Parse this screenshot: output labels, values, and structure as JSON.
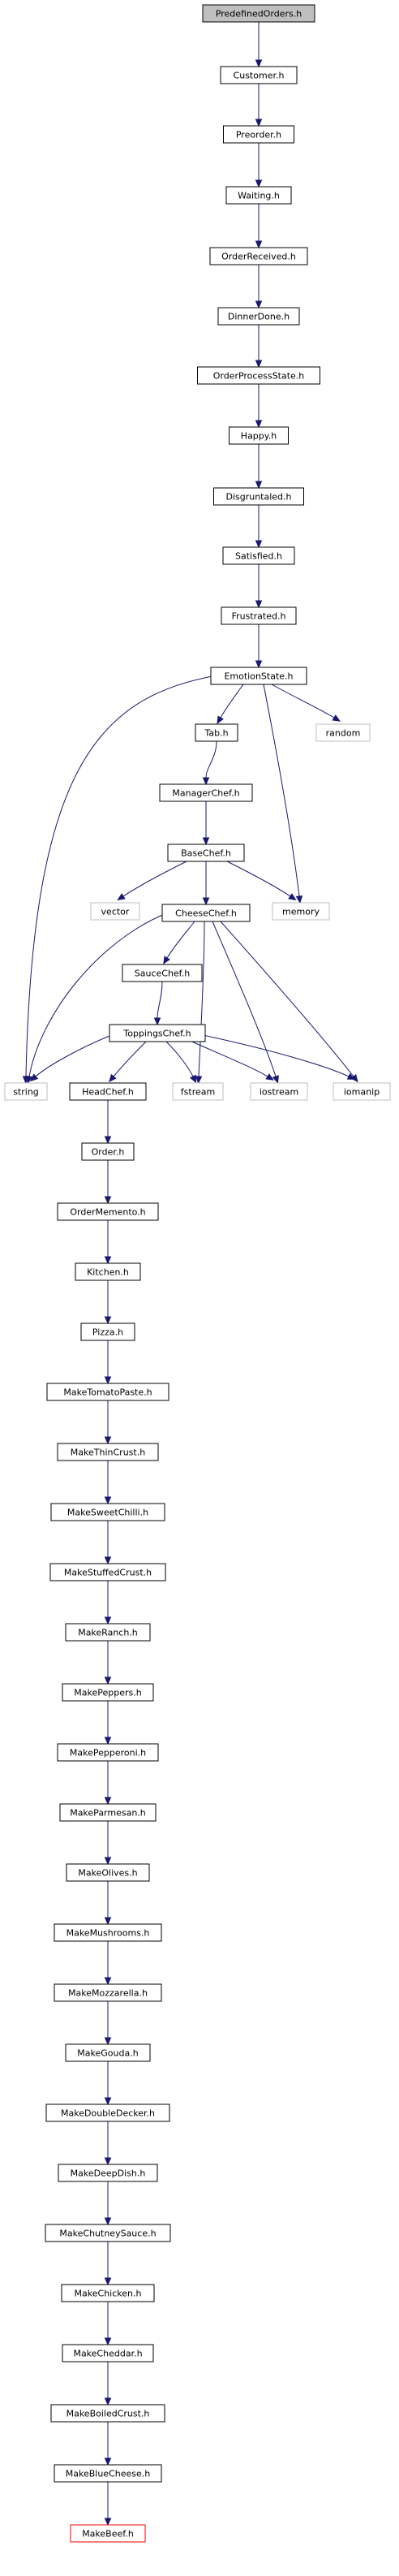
{
  "graph": {
    "title": "",
    "nodes": [
      {
        "id": "PredefinedOrders.h",
        "label": "PredefinedOrders.h",
        "style": "root"
      },
      {
        "id": "Customer.h",
        "label": "Customer.h",
        "style": "header"
      },
      {
        "id": "Preorder.h",
        "label": "Preorder.h",
        "style": "header"
      },
      {
        "id": "Waiting.h",
        "label": "Waiting.h",
        "style": "header"
      },
      {
        "id": "OrderReceived.h",
        "label": "OrderReceived.h",
        "style": "header"
      },
      {
        "id": "DinnerDone.h",
        "label": "DinnerDone.h",
        "style": "header"
      },
      {
        "id": "OrderProcessState.h",
        "label": "OrderProcessState.h",
        "style": "header"
      },
      {
        "id": "Happy.h",
        "label": "Happy.h",
        "style": "header"
      },
      {
        "id": "Disgruntaled.h",
        "label": "Disgruntaled.h",
        "style": "header"
      },
      {
        "id": "Satisfied.h",
        "label": "Satisfied.h",
        "style": "header"
      },
      {
        "id": "Frustrated.h",
        "label": "Frustrated.h",
        "style": "header"
      },
      {
        "id": "EmotionState.h",
        "label": "EmotionState.h",
        "style": "header"
      },
      {
        "id": "Tab.h",
        "label": "Tab.h",
        "style": "header"
      },
      {
        "id": "random",
        "label": "random",
        "style": "system"
      },
      {
        "id": "ManagerChef.h",
        "label": "ManagerChef.h",
        "style": "header"
      },
      {
        "id": "BaseChef.h",
        "label": "BaseChef.h",
        "style": "header"
      },
      {
        "id": "vector",
        "label": "vector",
        "style": "system"
      },
      {
        "id": "CheeseChef.h",
        "label": "CheeseChef.h",
        "style": "header"
      },
      {
        "id": "memory",
        "label": "memory",
        "style": "system"
      },
      {
        "id": "SauceChef.h",
        "label": "SauceChef.h",
        "style": "header"
      },
      {
        "id": "ToppingsChef.h",
        "label": "ToppingsChef.h",
        "style": "header"
      },
      {
        "id": "string",
        "label": "string",
        "style": "system"
      },
      {
        "id": "HeadChef.h",
        "label": "HeadChef.h",
        "style": "header"
      },
      {
        "id": "fstream",
        "label": "fstream",
        "style": "system"
      },
      {
        "id": "iostream",
        "label": "iostream",
        "style": "system"
      },
      {
        "id": "iomanip",
        "label": "iomanip",
        "style": "system"
      },
      {
        "id": "Order.h",
        "label": "Order.h",
        "style": "header"
      },
      {
        "id": "OrderMemento.h",
        "label": "OrderMemento.h",
        "style": "header"
      },
      {
        "id": "Kitchen.h",
        "label": "Kitchen.h",
        "style": "header"
      },
      {
        "id": "Pizza.h",
        "label": "Pizza.h",
        "style": "header"
      },
      {
        "id": "MakeTomatoPaste.h",
        "label": "MakeTomatoPaste.h",
        "style": "header"
      },
      {
        "id": "MakeThinCrust.h",
        "label": "MakeThinCrust.h",
        "style": "header"
      },
      {
        "id": "MakeSweetChilli.h",
        "label": "MakeSweetChilli.h",
        "style": "header"
      },
      {
        "id": "MakeStuffedCrust.h",
        "label": "MakeStuffedCrust.h",
        "style": "header"
      },
      {
        "id": "MakeRanch.h",
        "label": "MakeRanch.h",
        "style": "header"
      },
      {
        "id": "MakePeppers.h",
        "label": "MakePeppers.h",
        "style": "header"
      },
      {
        "id": "MakePepperoni.h",
        "label": "MakePepperoni.h",
        "style": "header"
      },
      {
        "id": "MakeParmesan.h",
        "label": "MakeParmesan.h",
        "style": "header"
      },
      {
        "id": "MakeOlives.h",
        "label": "MakeOlives.h",
        "style": "header"
      },
      {
        "id": "MakeMushrooms.h",
        "label": "MakeMushrooms.h",
        "style": "header"
      },
      {
        "id": "MakeMozzarella.h",
        "label": "MakeMozzarella.h",
        "style": "header"
      },
      {
        "id": "MakeGouda.h",
        "label": "MakeGouda.h",
        "style": "header"
      },
      {
        "id": "MakeDoubleDecker.h",
        "label": "MakeDoubleDecker.h",
        "style": "header"
      },
      {
        "id": "MakeDeepDish.h",
        "label": "MakeDeepDish.h",
        "style": "header"
      },
      {
        "id": "MakeChutneySauce.h",
        "label": "MakeChutneySauce.h",
        "style": "header"
      },
      {
        "id": "MakeChicken.h",
        "label": "MakeChicken.h",
        "style": "header"
      },
      {
        "id": "MakeCheddar.h",
        "label": "MakeCheddar.h",
        "style": "header"
      },
      {
        "id": "MakeBoiledCrust.h",
        "label": "MakeBoiledCrust.h",
        "style": "header"
      },
      {
        "id": "MakeBlueCheese.h",
        "label": "MakeBlueCheese.h",
        "style": "header"
      },
      {
        "id": "MakeBeef.h",
        "label": "MakeBeef.h",
        "style": "truncated"
      }
    ],
    "edges": [
      {
        "from": "PredefinedOrders.h",
        "to": "Customer.h"
      },
      {
        "from": "Customer.h",
        "to": "Preorder.h"
      },
      {
        "from": "Preorder.h",
        "to": "Waiting.h"
      },
      {
        "from": "Waiting.h",
        "to": "OrderReceived.h"
      },
      {
        "from": "OrderReceived.h",
        "to": "DinnerDone.h"
      },
      {
        "from": "DinnerDone.h",
        "to": "OrderProcessState.h"
      },
      {
        "from": "OrderProcessState.h",
        "to": "Happy.h"
      },
      {
        "from": "Happy.h",
        "to": "Disgruntaled.h"
      },
      {
        "from": "Disgruntaled.h",
        "to": "Satisfied.h"
      },
      {
        "from": "Satisfied.h",
        "to": "Frustrated.h"
      },
      {
        "from": "Frustrated.h",
        "to": "EmotionState.h"
      },
      {
        "from": "EmotionState.h",
        "to": "Tab.h"
      },
      {
        "from": "EmotionState.h",
        "to": "random"
      },
      {
        "from": "EmotionState.h",
        "to": "memory"
      },
      {
        "from": "EmotionState.h",
        "to": "string"
      },
      {
        "from": "Tab.h",
        "to": "ManagerChef.h"
      },
      {
        "from": "ManagerChef.h",
        "to": "BaseChef.h"
      },
      {
        "from": "BaseChef.h",
        "to": "vector"
      },
      {
        "from": "BaseChef.h",
        "to": "CheeseChef.h"
      },
      {
        "from": "BaseChef.h",
        "to": "memory"
      },
      {
        "from": "CheeseChef.h",
        "to": "SauceChef.h"
      },
      {
        "from": "CheeseChef.h",
        "to": "string"
      },
      {
        "from": "CheeseChef.h",
        "to": "fstream"
      },
      {
        "from": "CheeseChef.h",
        "to": "iostream"
      },
      {
        "from": "CheeseChef.h",
        "to": "iomanip"
      },
      {
        "from": "SauceChef.h",
        "to": "ToppingsChef.h"
      },
      {
        "from": "ToppingsChef.h",
        "to": "string"
      },
      {
        "from": "ToppingsChef.h",
        "to": "HeadChef.h"
      },
      {
        "from": "ToppingsChef.h",
        "to": "fstream"
      },
      {
        "from": "ToppingsChef.h",
        "to": "iostream"
      },
      {
        "from": "ToppingsChef.h",
        "to": "iomanip"
      },
      {
        "from": "HeadChef.h",
        "to": "Order.h"
      },
      {
        "from": "Order.h",
        "to": "OrderMemento.h"
      },
      {
        "from": "OrderMemento.h",
        "to": "Kitchen.h"
      },
      {
        "from": "Kitchen.h",
        "to": "Pizza.h"
      },
      {
        "from": "Pizza.h",
        "to": "MakeTomatoPaste.h"
      },
      {
        "from": "MakeTomatoPaste.h",
        "to": "MakeThinCrust.h"
      },
      {
        "from": "MakeThinCrust.h",
        "to": "MakeSweetChilli.h"
      },
      {
        "from": "MakeSweetChilli.h",
        "to": "MakeStuffedCrust.h"
      },
      {
        "from": "MakeStuffedCrust.h",
        "to": "MakeRanch.h"
      },
      {
        "from": "MakeRanch.h",
        "to": "MakePeppers.h"
      },
      {
        "from": "MakePeppers.h",
        "to": "MakePepperoni.h"
      },
      {
        "from": "MakePepperoni.h",
        "to": "MakeParmesan.h"
      },
      {
        "from": "MakeParmesan.h",
        "to": "MakeOlives.h"
      },
      {
        "from": "MakeOlives.h",
        "to": "MakeMushrooms.h"
      },
      {
        "from": "MakeMushrooms.h",
        "to": "MakeMozzarella.h"
      },
      {
        "from": "MakeMozzarella.h",
        "to": "MakeGouda.h"
      },
      {
        "from": "MakeGouda.h",
        "to": "MakeDoubleDecker.h"
      },
      {
        "from": "MakeDoubleDecker.h",
        "to": "MakeDeepDish.h"
      },
      {
        "from": "MakeDeepDish.h",
        "to": "MakeChutneySauce.h"
      },
      {
        "from": "MakeChutneySauce.h",
        "to": "MakeChicken.h"
      },
      {
        "from": "MakeChicken.h",
        "to": "MakeCheddar.h"
      },
      {
        "from": "MakeCheddar.h",
        "to": "MakeBoiledCrust.h"
      },
      {
        "from": "MakeBoiledCrust.h",
        "to": "MakeBlueCheese.h"
      },
      {
        "from": "MakeBlueCheese.h",
        "to": "MakeBeef.h"
      }
    ]
  },
  "colors": {
    "edge": "#191970",
    "root_fill": "#bfbfbf",
    "root_border": "#000000",
    "header_border": "#000000",
    "system_border": "#bfbfbf",
    "truncated_border": "#ff0000",
    "text": "#000000"
  }
}
